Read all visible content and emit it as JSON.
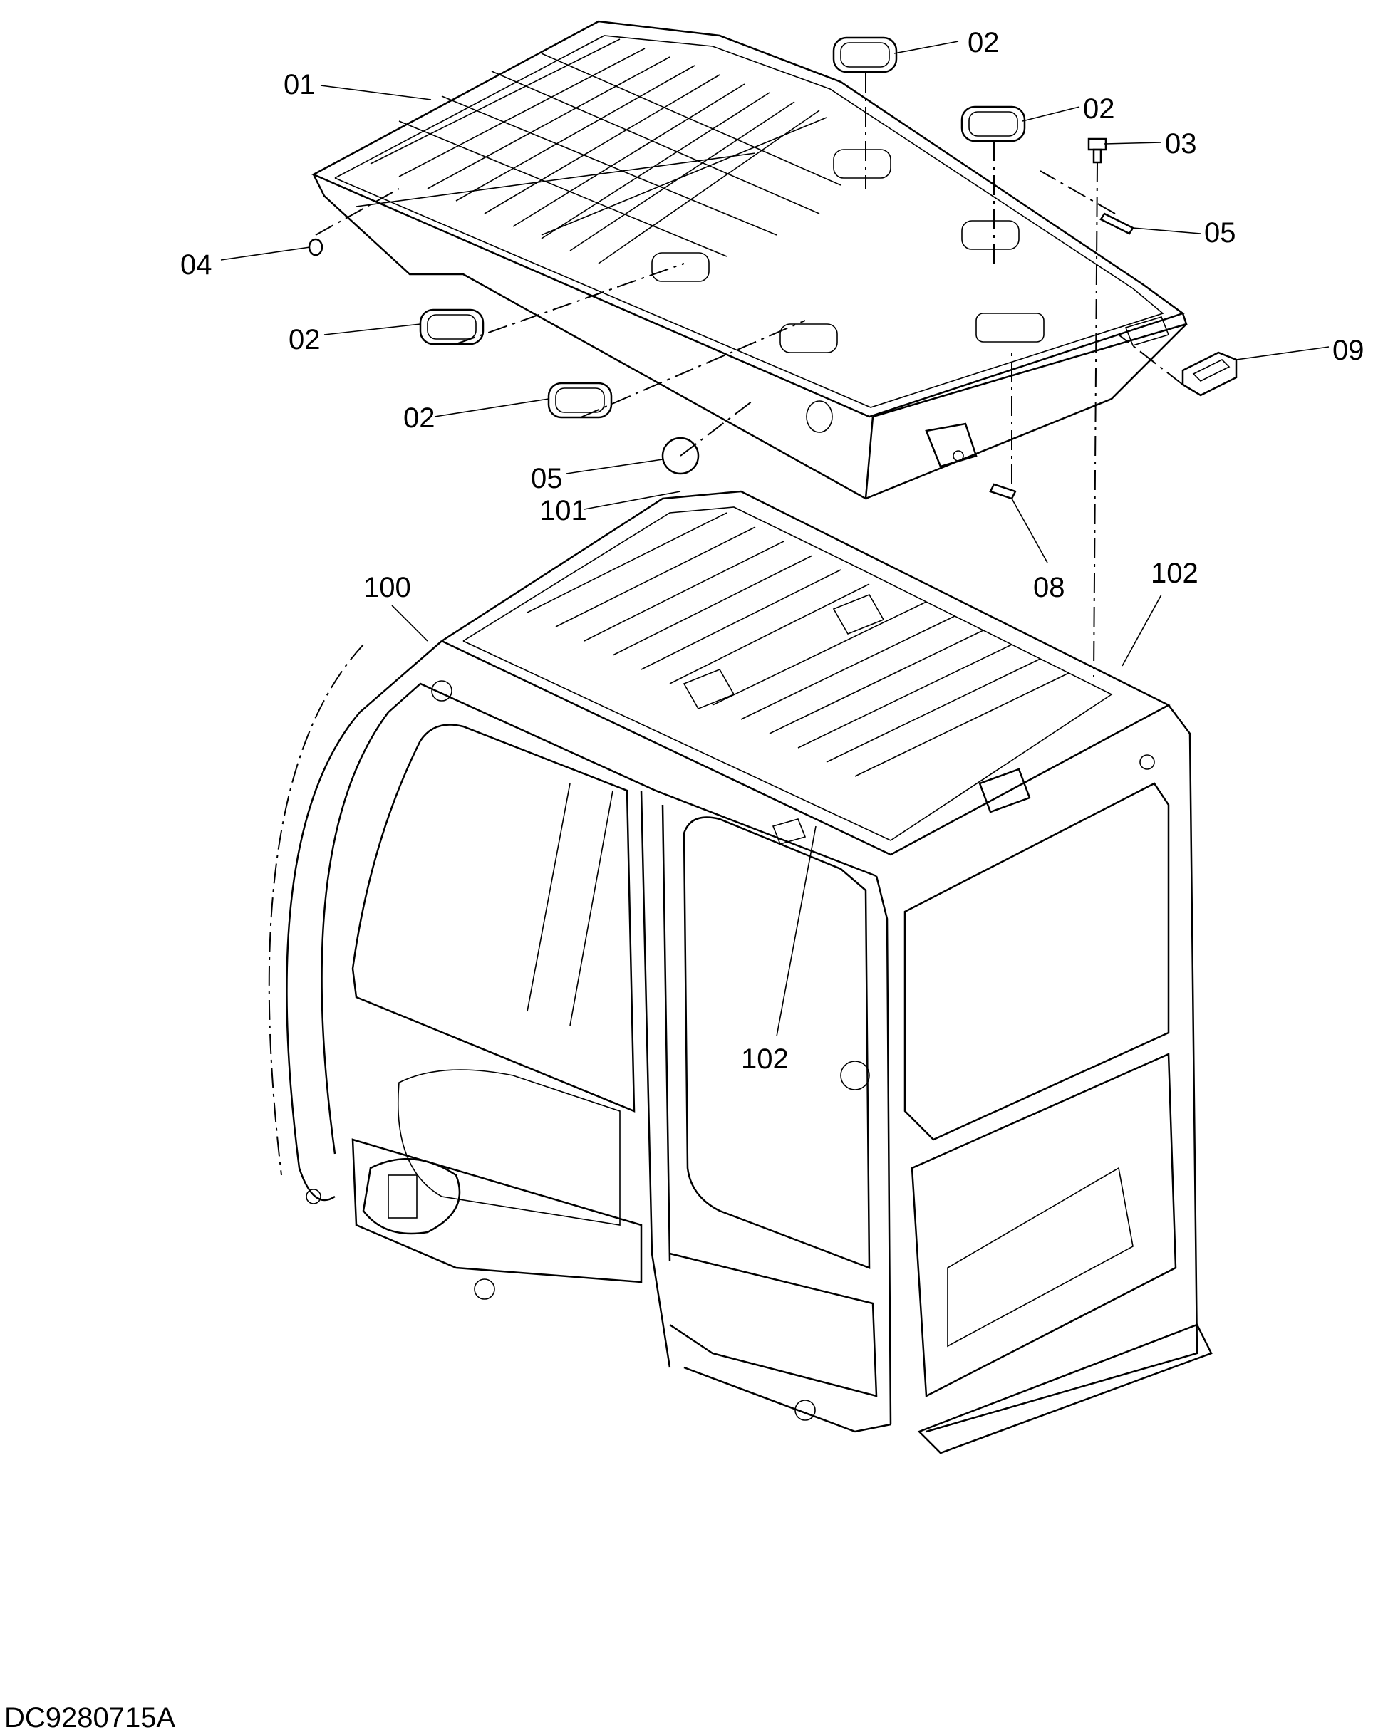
{
  "drawing": {
    "code": "DC9280715A"
  },
  "callouts": [
    {
      "id": "c01a",
      "label": "01"
    },
    {
      "id": "c02a",
      "label": "02"
    },
    {
      "id": "c02b",
      "label": "02"
    },
    {
      "id": "c02c",
      "label": "02"
    },
    {
      "id": "c02d",
      "label": "02"
    },
    {
      "id": "c03",
      "label": "03"
    },
    {
      "id": "c04",
      "label": "04"
    },
    {
      "id": "c05a",
      "label": "05"
    },
    {
      "id": "c05b",
      "label": "05"
    },
    {
      "id": "c08",
      "label": "08"
    },
    {
      "id": "c09",
      "label": "09"
    },
    {
      "id": "c100",
      "label": "100"
    },
    {
      "id": "c101",
      "label": "101"
    },
    {
      "id": "c102a",
      "label": "102"
    },
    {
      "id": "c102b",
      "label": "102"
    }
  ]
}
